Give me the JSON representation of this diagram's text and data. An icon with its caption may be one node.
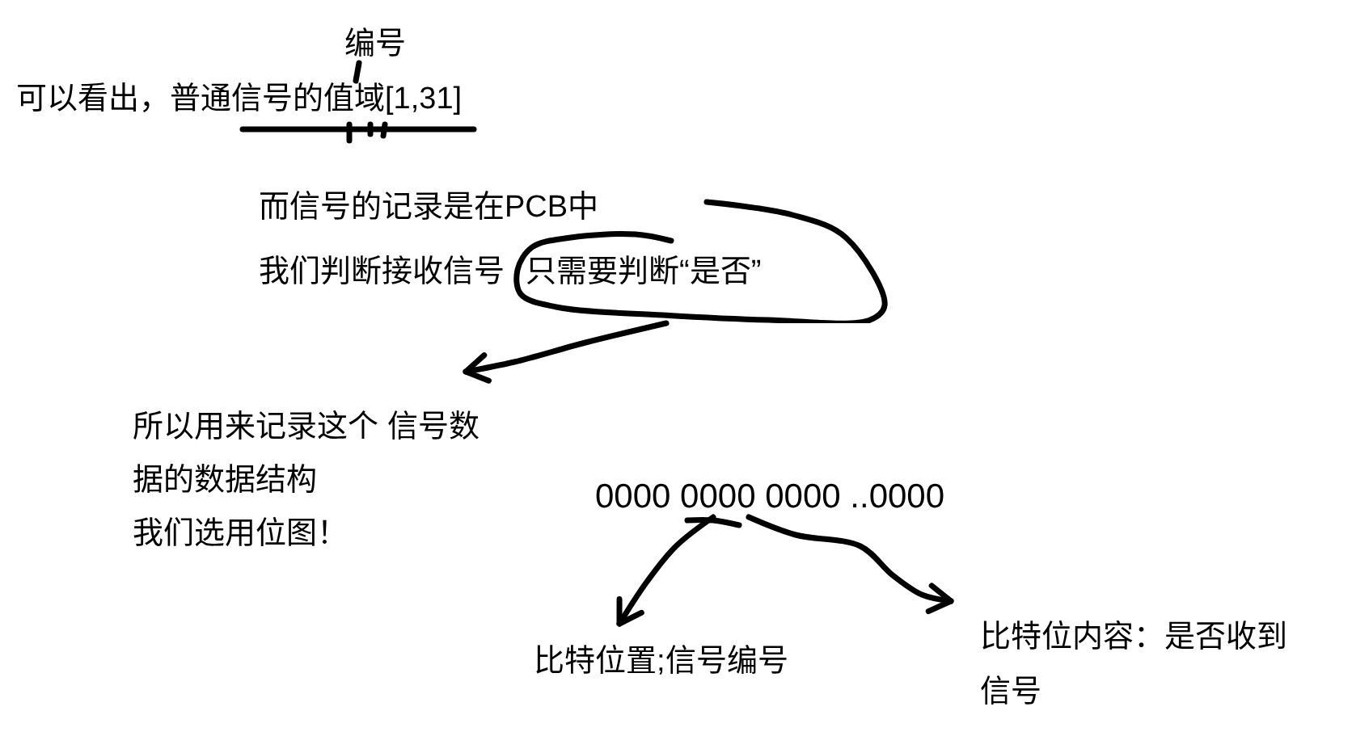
{
  "diagram": {
    "nodes": [
      {
        "text": [
          "编号"
        ]
      },
      {
        "text": [
          "可以看出，普通信号的值域[1,31]"
        ]
      },
      {
        "text": [
          "只需要判断“是否”"
        ]
      },
      {
        "text": [
          "所以用来记录这个 信号数据的数据结构",
          "我们选用位图！"
        ]
      },
      {
        "text": [
          "0000 0000 0000 ..0000"
        ]
      },
      {
        "text": [
          "比特位置;信号编号"
        ]
      },
      {
        "text": [
          "比特位内容：是否收到信号"
        ]
      }
    ],
    "edges": [
      {
        "from": 0,
        "to": 1,
        "arrow": "none"
      },
      {
        "from": 2,
        "to": 3,
        "arrow": "to"
      },
      {
        "from": 4,
        "to": 5,
        "arrow": "to"
      },
      {
        "from": 4,
        "to": 6,
        "arrow": "to"
      }
    ],
    "labels": [
      "而信号的记录是在PCB中",
      "我们判断接收信号"
    ]
  }
}
